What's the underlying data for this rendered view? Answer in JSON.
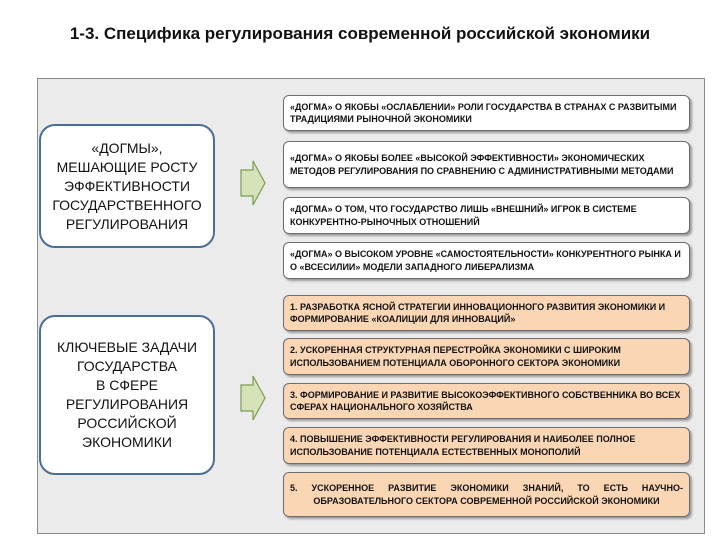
{
  "title": "1-3. Специфика регулирования современной российской экономики",
  "left_boxes": [
    "«ДОГМЫ»,\nМЕШАЮЩИЕ РОСТУ\nЭФФЕКТИВНОСТИ\nГОСУДАРСТВЕННОГО\nРЕГУЛИРОВАНИЯ",
    "КЛЮЧЕВЫЕ ЗАДАЧИ\nГОСУДАРСТВА\nВ СФЕРЕ\nРЕГУЛИРОВАНИЯ\nРОССИЙСКОЙ\nЭКОНОМИКИ"
  ],
  "dogmas": [
    "«ДОГМА» О ЯКОБЫ «ОСЛАБЛЕНИИ» РОЛИ ГОСУДАРСТВА В СТРАНАХ С РАЗВИТЫМИ ТРАДИЦИЯМИ РЫНОЧНОЙ ЭКОНОМИКИ",
    "«ДОГМА» О ЯКОБЫ БОЛЕЕ «ВЫСОКОЙ ЭФФЕКТИВНОСТИ» ЭКОНОМИЧЕСКИХ МЕТОДОВ РЕГУЛИРОВАНИЯ ПО СРАВНЕНИЮ С АДМИНИСТРАТИВНЫМИ МЕТОДАМИ",
    "«ДОГМА» О ТОМ, ЧТО ГОСУДАРСТВО ЛИШЬ «ВНЕШНИЙ» ИГРОК В СИСТЕМЕ КОНКУРЕНТНО-РЫНОЧНЫХ ОТНОШЕНИЙ",
    "«ДОГМА» О ВЫСОКОМ УРОВНЕ «САМОСТОЯТЕЛЬНОСТИ» КОНКУРЕНТНОГО РЫНКА И О «ВСЕСИЛИИ» МОДЕЛИ ЗАПАДНОГО ЛИБЕРАЛИЗМА"
  ],
  "tasks": [
    "1. РАЗРАБОТКА ЯСНОЙ СТРАТЕГИИ ИННОВАЦИОННОГО РАЗВИТИЯ ЭКОНОМИКИ И ФОРМИРОВАНИЕ «КОАЛИЦИИ ДЛЯ ИННОВАЦИЙ»",
    "2. УСКОРЕННАЯ СТРУКТУРНАЯ ПЕРЕСТРОЙКА ЭКОНОМИКИ С ШИРОКИМ ИСПОЛЬЗОВАНИЕМ ПОТЕНЦИАЛА ОБОРОННОГО СЕКТОРА ЭКОНОМИКИ",
    "3. ФОРМИРОВАНИЕ И РАЗВИТИЕ ВЫСОКОЭФФЕКТИВНОГО СОБСТВЕННИКА ВО ВСЕХ СФЕРАХ НАЦИОНАЛЬНОГО ХОЗЯЙСТВА",
    "4. ПОВЫШЕНИЕ ЭФФЕКТИВНОСТИ РЕГУЛИРОВАНИЯ И НАИБОЛЕЕ ПОЛНОЕ ИСПОЛЬЗОВАНИЕ ПОТЕНЦИАЛА ЕСТЕСТВЕННЫХ МОНОПОЛИЙ",
    "5. УСКОРЕННОЕ РАЗВИТИЕ ЭКОНОМИКИ ЗНАНИЙ, ТО ЕСТЬ НАУЧНО-ОБРАЗОВАТЕЛЬНОГО СЕКТОРА СОВРЕМЕННОЙ РОССИЙСКОЙ ЭКОНОМИКИ"
  ],
  "colors": {
    "frame_bg": "#ebebeb",
    "left_border": "#4a6e95",
    "task_fill": "#fbd6b5",
    "arrow_fill": "#d6e3b8",
    "arrow_stroke": "#7f9a55"
  }
}
